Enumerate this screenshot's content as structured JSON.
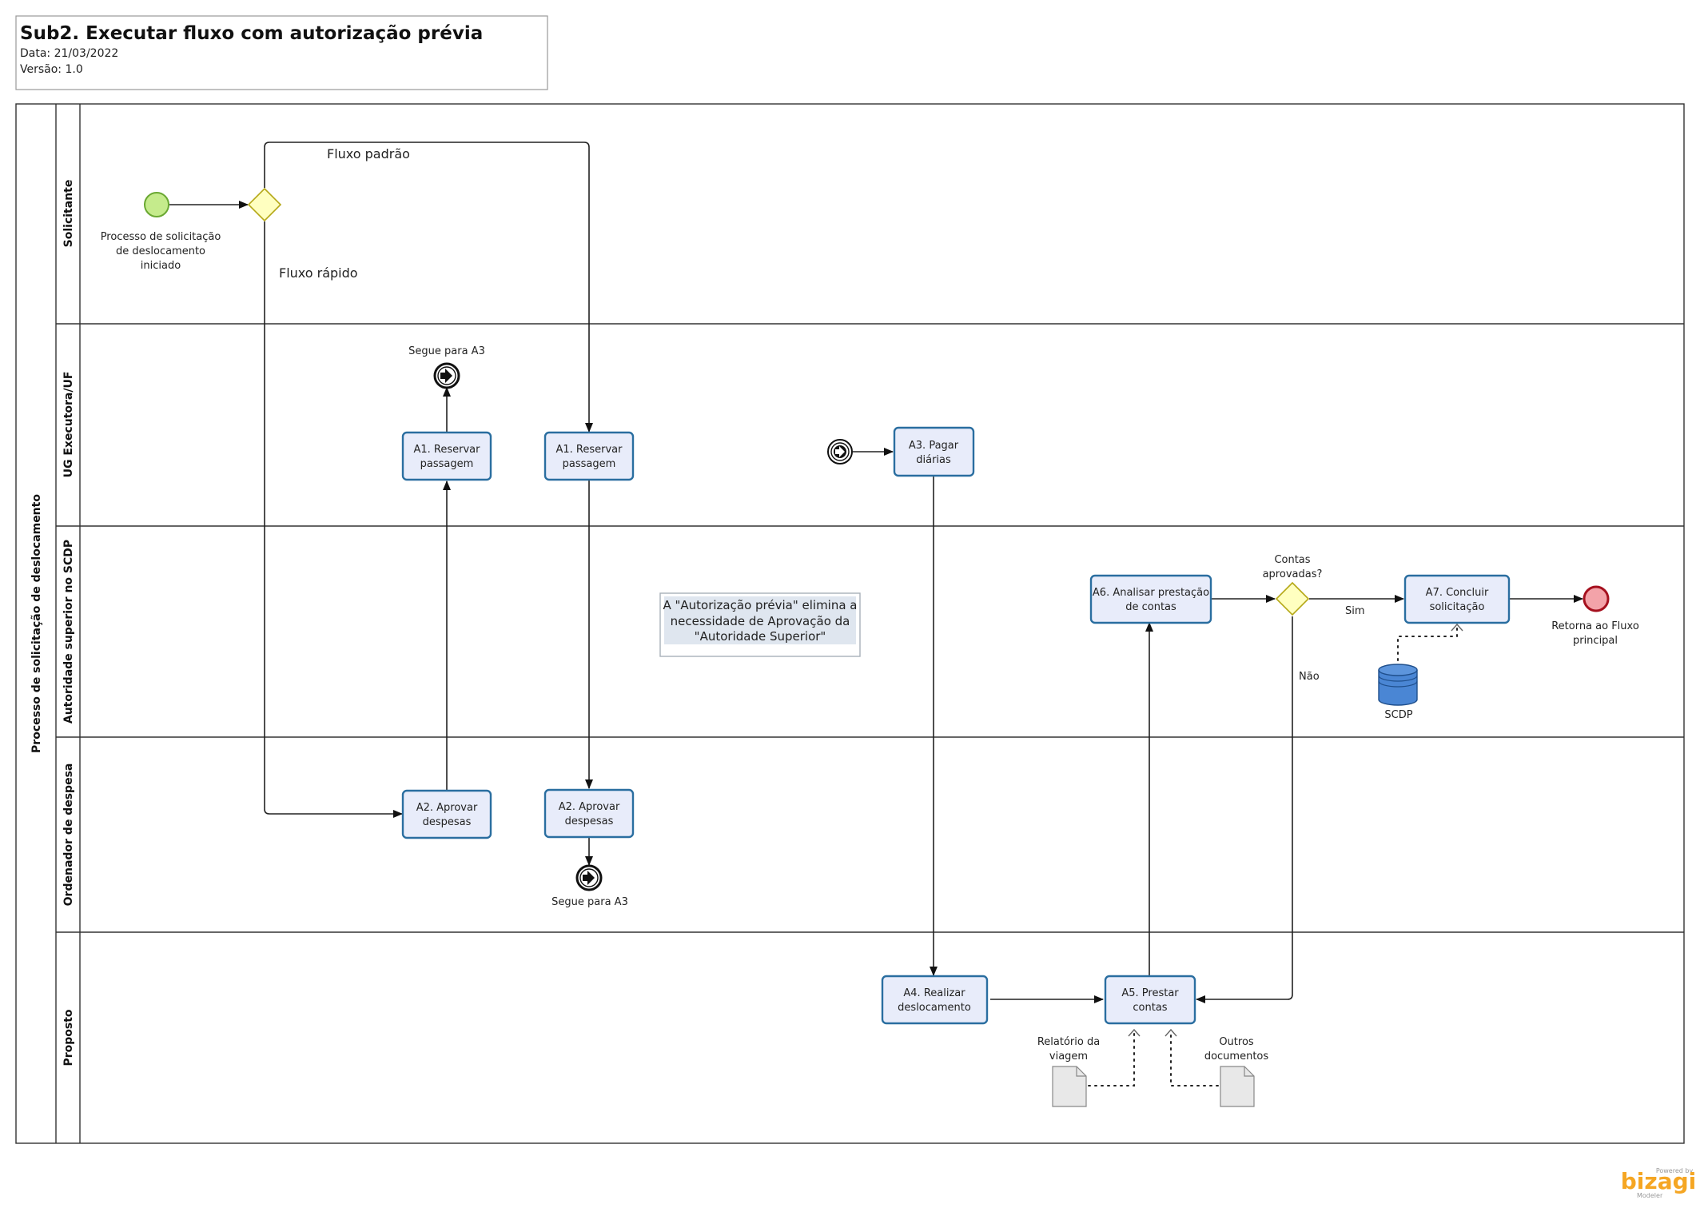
{
  "header": {
    "title": "Sub2. Executar fluxo com autorização prévia",
    "date": "Data: 21/03/2022",
    "version": "Versão: 1.0"
  },
  "pool": {
    "label": "Processo de solicitação de deslocamento"
  },
  "lanes": [
    "Solicitante",
    "UG Executora/UF",
    "Autoridade superior no SCDP",
    "Ordenador de despesa",
    "Proposto"
  ],
  "events": {
    "start": [
      "Processo de solicitação",
      "de deslocamento",
      "iniciado"
    ],
    "link_top": "Segue para A3",
    "link_bottom": "Segue para A3",
    "end": [
      "Retorna ao Fluxo",
      "principal"
    ]
  },
  "flows": {
    "padrao": "Fluxo padrão",
    "rapido": "Fluxo rápido",
    "sim": "Sim",
    "nao": "Não"
  },
  "gateway_question": [
    "Contas",
    "aprovadas?"
  ],
  "tasks": {
    "a1_left": [
      "A1. Reservar",
      "passagem"
    ],
    "a1_right": [
      "A1. Reservar",
      "passagem"
    ],
    "a2_left": [
      "A2. Aprovar",
      "despesas"
    ],
    "a2_right": [
      "A2. Aprovar",
      "despesas"
    ],
    "a3": [
      "A3. Pagar",
      "diárias"
    ],
    "a4": [
      "A4. Realizar",
      "deslocamento"
    ],
    "a5": [
      "A5. Prestar",
      "contas"
    ],
    "a6": [
      "A6. Analisar prestação",
      "de contas"
    ],
    "a7": [
      "A7. Concluir",
      "solicitação"
    ]
  },
  "annotation": [
    "A \"Autorização prévia\" elimina a",
    "necessidade de Aprovação da",
    "\"Autoridade Superior\""
  ],
  "artifacts": {
    "datastore": "SCDP",
    "doc_relatorio": [
      "Relatório da",
      "viagem"
    ],
    "doc_outros": [
      "Outros",
      "documentos"
    ]
  },
  "footer": {
    "powered": "Powered by",
    "brand": "bizagi",
    "product": "Modeler"
  },
  "colors": {
    "task_fill": "#e8ecfa",
    "task_stroke": "#2a6ea0",
    "start_fill": "#c5eb8c",
    "end_fill": "#f3a3a9",
    "gateway_fill": "#ffffc0",
    "datastore_fill": "#4a86d4",
    "brand": "#f5a623"
  },
  "icons": [
    "start-event-icon",
    "exclusive-gateway-icon",
    "link-throw-icon",
    "link-catch-icon",
    "end-event-icon",
    "data-store-icon",
    "document-icon"
  ]
}
